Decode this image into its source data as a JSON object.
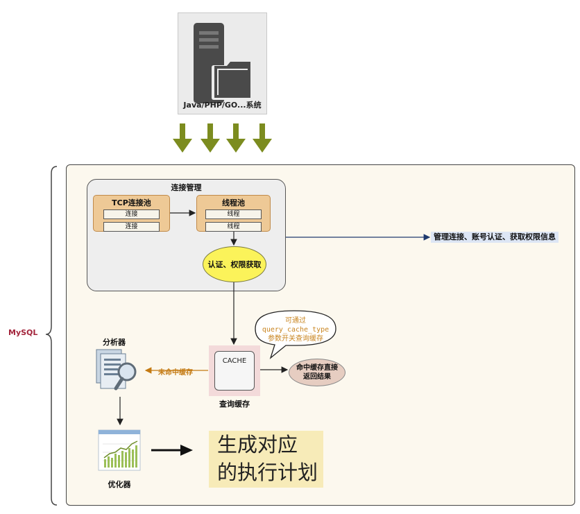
{
  "system": {
    "label": "Java/PHP/GO...系统"
  },
  "mysql": {
    "label": "MySQL"
  },
  "connection_management": {
    "title": "连接管理",
    "tcp_pool": {
      "title": "TCP连接池",
      "slots": [
        "连接",
        "连接"
      ]
    },
    "thread_pool": {
      "title": "线程池",
      "slots": [
        "线程",
        "线程"
      ]
    },
    "auth": "认证、权限获取",
    "note": "管理连接、账号认证、获取权限信息"
  },
  "query_cache": {
    "box_text": "CACHE",
    "label": "查询缓存",
    "bubble": [
      "可通过",
      "query_cache_type",
      "参数开关查询缓存"
    ],
    "hit": [
      "命中缓存直接",
      "返回结果"
    ],
    "miss": "未命中缓存"
  },
  "analyzer": {
    "label": "分析器"
  },
  "optimizer": {
    "label": "优化器"
  },
  "plan": {
    "lines": [
      "生成对应",
      "的执行计划"
    ]
  },
  "colors": {
    "arrow_green": "#7c8c1f",
    "pool_fill": "#eec996",
    "auth_fill": "#fbf35a",
    "cache_fill": "#f3dada",
    "plan_fill": "#f7ebb8",
    "mysql_label": "#a3243b",
    "bubble_text": "#c98520"
  }
}
